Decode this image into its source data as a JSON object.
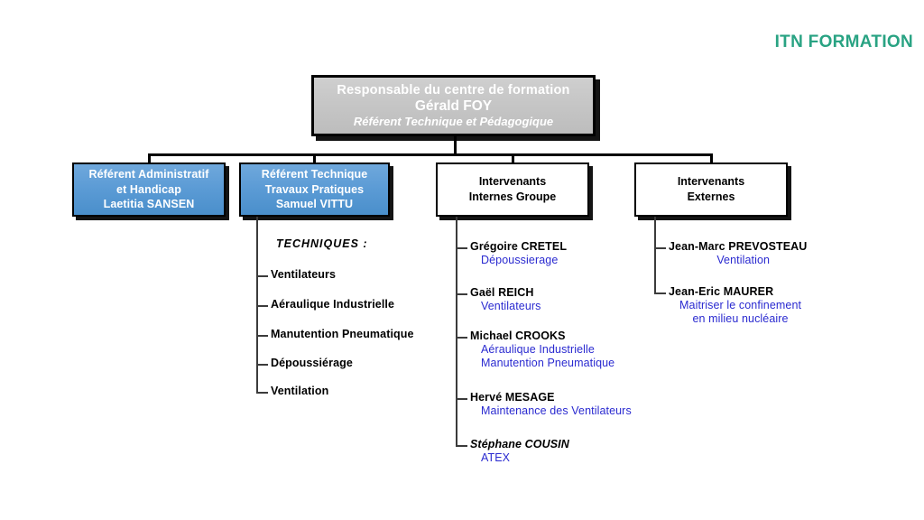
{
  "brand": {
    "title": "ITN FORMATION",
    "color": "#29a383"
  },
  "root": {
    "role": "Responsable du centre de formation",
    "name": "Gérald FOY",
    "subtitle": "Référent Technique et Pédagogique"
  },
  "boxes": {
    "admin": {
      "line1": "Référent Administratif",
      "line2": "et Handicap",
      "line3": "Laetitia SANSEN"
    },
    "tech": {
      "line1": "Référent Technique",
      "line2": "Travaux Pratiques",
      "line3": "Samuel VITTU"
    },
    "internes": {
      "line1": "Intervenants",
      "line2": "Internes Groupe"
    },
    "externes": {
      "line1": "Intervenants",
      "line2": "Externes"
    }
  },
  "techniques": {
    "heading": "TECHNIQUES :",
    "items": [
      "Ventilateurs",
      "Aéraulique Industrielle",
      "Manutention Pneumatique",
      "Dépoussiérage",
      "Ventilation"
    ]
  },
  "internes": {
    "people": [
      {
        "name": "Grégoire CRETEL",
        "italic": false,
        "specialties": [
          "Dépoussierage"
        ]
      },
      {
        "name": "Gaël REICH",
        "italic": false,
        "specialties": [
          "Ventilateurs"
        ]
      },
      {
        "name": "Michael CROOKS",
        "italic": false,
        "specialties": [
          "Aéraulique Industrielle",
          "Manutention Pneumatique"
        ]
      },
      {
        "name": "Hervé MESAGE",
        "italic": false,
        "specialties": [
          "Maintenance des Ventilateurs"
        ]
      },
      {
        "name": "Stéphane COUSIN",
        "italic": true,
        "specialties": [
          "ATEX"
        ]
      }
    ]
  },
  "externes": {
    "people": [
      {
        "name": "Jean-Marc PREVOSTEAU",
        "italic": false,
        "specialties": [
          "Ventilation"
        ]
      },
      {
        "name": "Jean-Eric MAURER",
        "italic": false,
        "specialties": [
          "Maitriser le confinement",
          "en milieu nucléaire"
        ]
      }
    ]
  },
  "colors": {
    "blue_box": "#5b9bd5",
    "gray_box": "#c6c6c6",
    "link_blue": "#2a2ad0",
    "brand_teal": "#29a383"
  }
}
